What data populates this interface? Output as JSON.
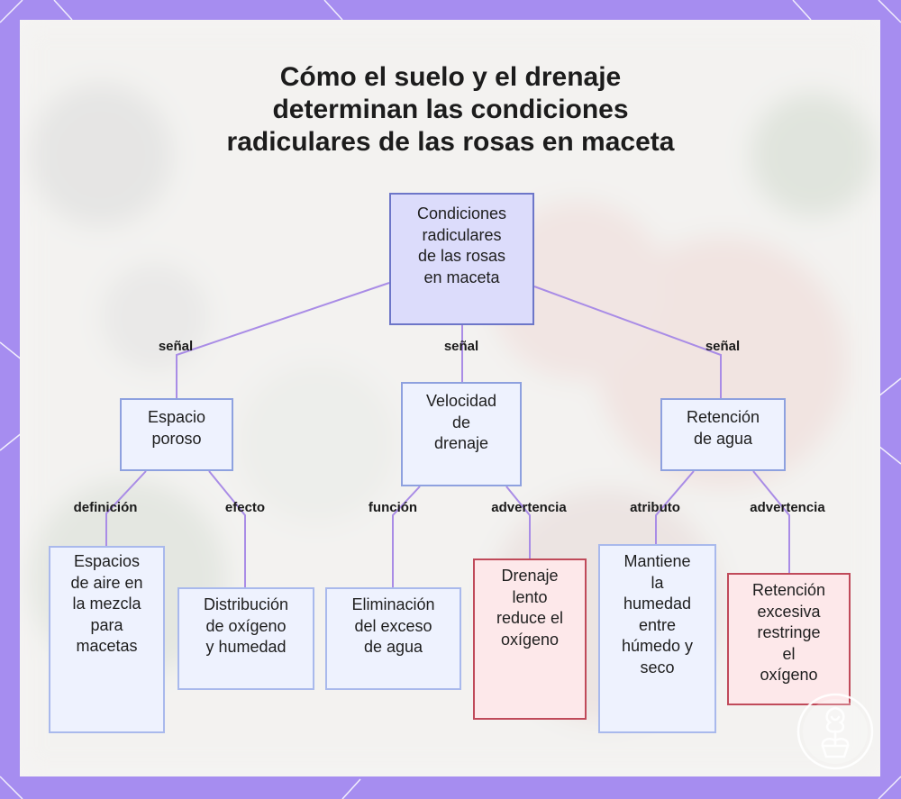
{
  "title_lines": [
    "Cómo el suelo y el drenaje",
    "determinan las condiciones",
    "radiculares de las rosas en maceta"
  ],
  "nodes": {
    "root": [
      "Condiciones",
      "radiculares",
      "de las rosas",
      "en maceta"
    ],
    "porous": [
      "Espacio",
      "poroso"
    ],
    "speed": [
      "Velocidad",
      "de",
      "drenaje"
    ],
    "retain": [
      "Retención",
      "de agua"
    ],
    "air": [
      "Espacios",
      "de aire en",
      "la mezcla",
      "para",
      "macetas"
    ],
    "oxy": [
      "Distribución",
      "de oxígeno",
      "y humedad"
    ],
    "excess": [
      "Eliminación",
      "del exceso",
      "de agua"
    ],
    "slow": [
      "Drenaje",
      "lento",
      "reduce el",
      "oxígeno"
    ],
    "keeps": [
      "Mantiene",
      "la",
      "humedad",
      "entre",
      "húmedo y",
      "seco"
    ],
    "restr": [
      "Retención",
      "excesiva",
      "restringe",
      "el",
      "oxígeno"
    ]
  },
  "edge_labels": {
    "root_porous": "señal",
    "root_speed": "señal",
    "root_retain": "señal",
    "porous_air": "definición",
    "porous_oxy": "efecto",
    "speed_excess": "función",
    "speed_slow": "advertencia",
    "retain_keeps": "atributo",
    "retain_restr": "advertencia"
  },
  "colors": {
    "frame": "#a68df0",
    "edge": "#a98ce6",
    "root_fill": "#dcdcfb",
    "warn_border": "#c04a5a",
    "warn_fill": "#fde8ea"
  }
}
